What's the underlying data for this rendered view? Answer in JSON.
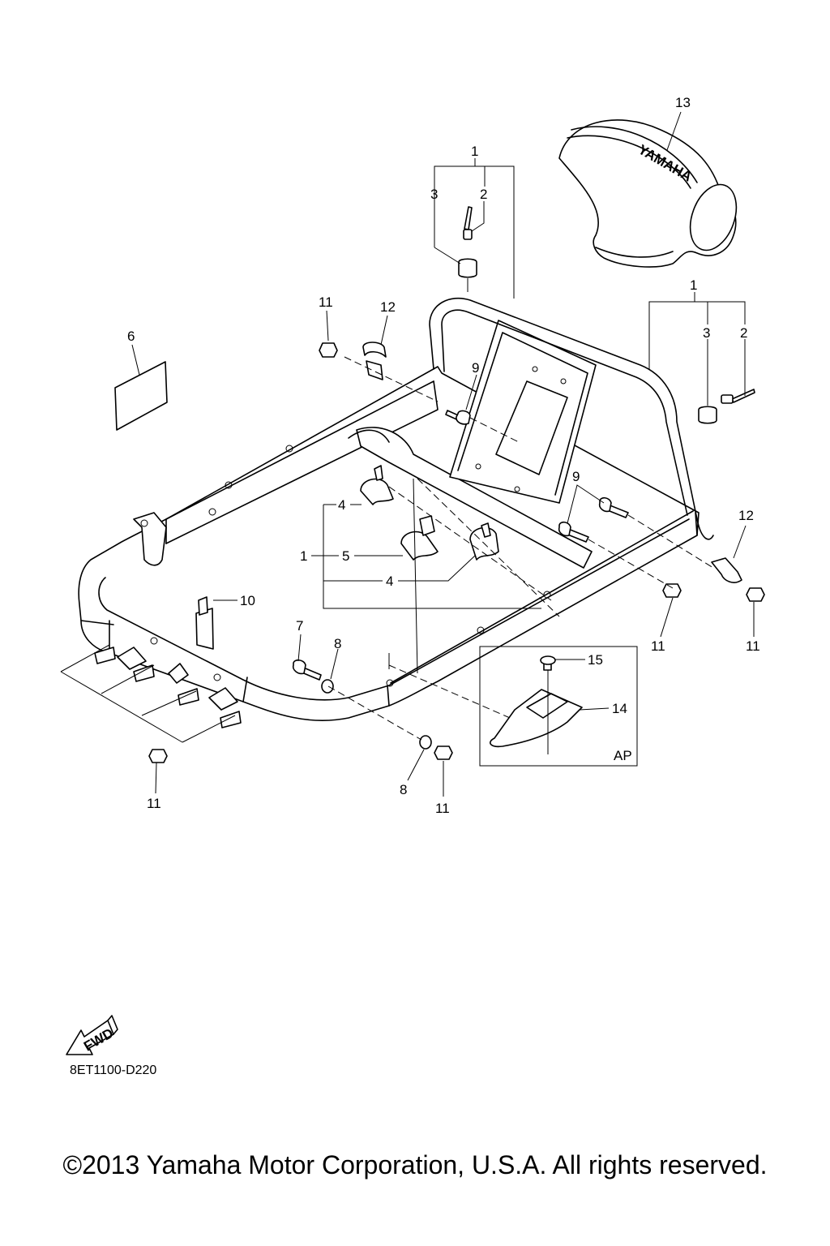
{
  "callouts": {
    "c13": "13",
    "c1_top": "1",
    "c3_top": "3",
    "c2_top": "2",
    "c11_a": "11",
    "c12_a": "12",
    "c6": "6",
    "c9_a": "9",
    "c1_right": "1",
    "c3_right": "3",
    "c2_right": "2",
    "c9_b": "9",
    "c12_b": "12",
    "c4_a": "4",
    "c1_left": "1",
    "c5": "5",
    "c4_b": "4",
    "c10": "10",
    "c7": "7",
    "c8_a": "8",
    "c11_b": "11",
    "c11_c": "11",
    "c15": "15",
    "c14": "14",
    "c11_d": "11",
    "c8_b": "8",
    "c11_e": "11"
  },
  "inset_label": "AP",
  "logo_text": "YAMAHA",
  "fwd_label": "FWD",
  "drawing_code": "8ET1100-D220",
  "copyright": "©2013 Yamaha Motor Corporation, U.S.A. All rights reserved."
}
